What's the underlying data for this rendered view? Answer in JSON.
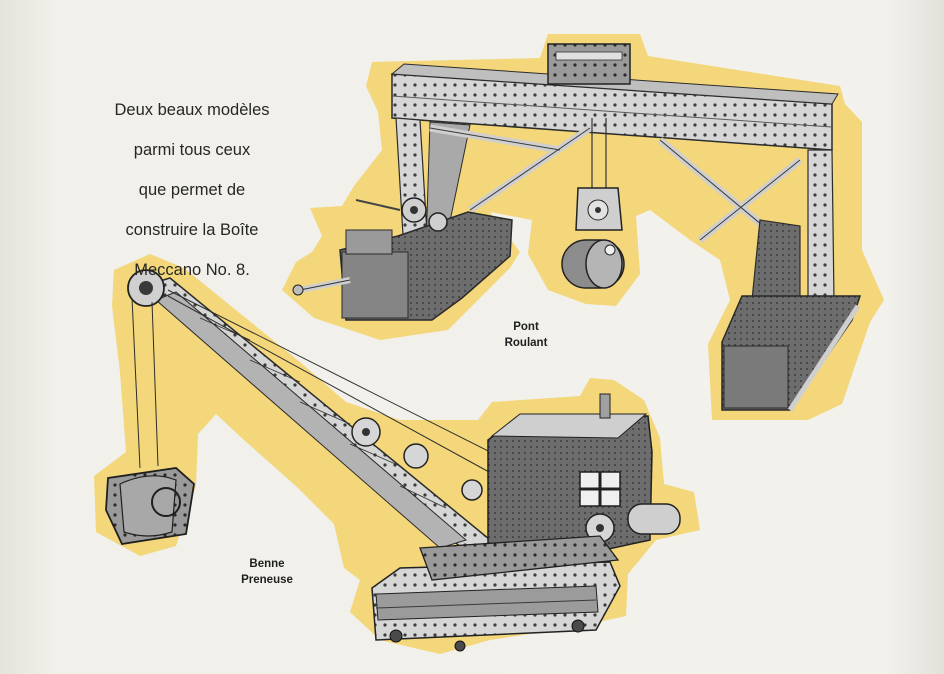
{
  "caption": {
    "lines": [
      "Deux beaux modèles",
      "parmi tous ceux",
      "que permet de",
      "construire la Boîte",
      "Meccano No. 8."
    ]
  },
  "models": {
    "pont_roulant": {
      "line1": "Pont",
      "line2": "Roulant"
    },
    "benne_preneuse": {
      "line1": "Benne",
      "line2": "Preneuse"
    }
  },
  "colors": {
    "page": "#f1f0ea",
    "highlight": "#f3d77a",
    "metal_dark": "#3a3a3a",
    "metal_light": "#cfcfcf",
    "text": "#262626"
  }
}
